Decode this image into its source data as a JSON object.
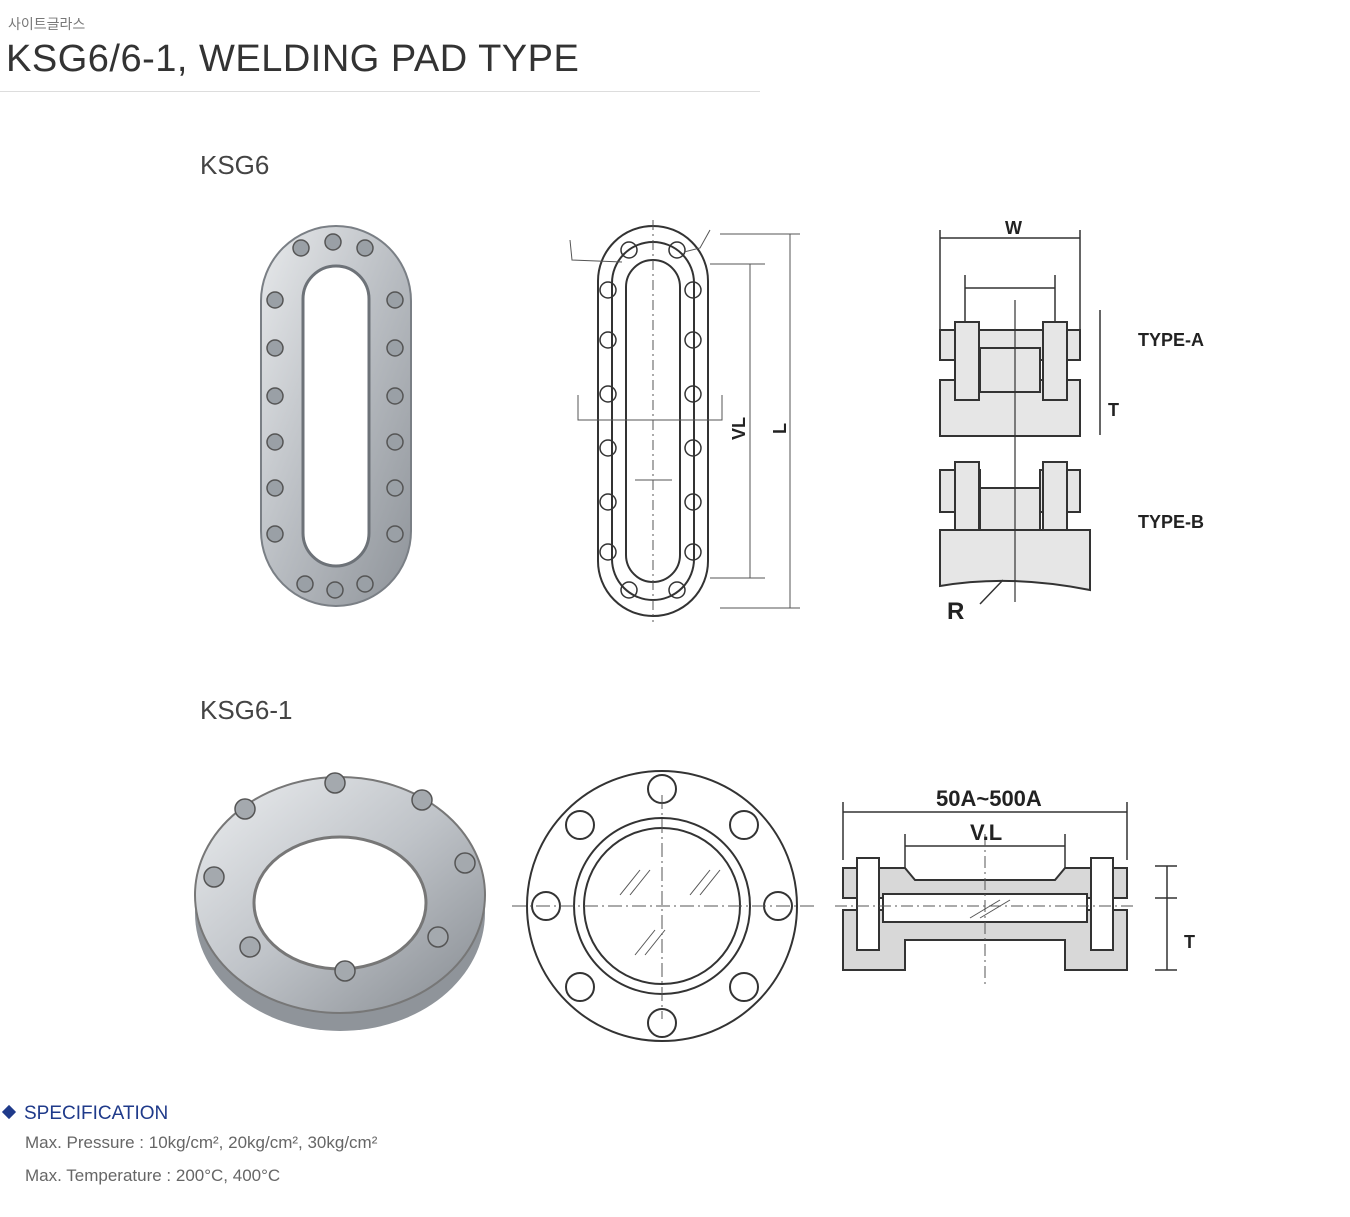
{
  "header": {
    "subtitle": "사이트글라스",
    "title": "KSG6/6-1, WELDING PAD TYPE"
  },
  "sections": [
    {
      "name": "KSG6",
      "labels": {
        "vl": "VL",
        "l": "L",
        "w": "W",
        "t": "T",
        "type_a": "TYPE-A",
        "type_b": "TYPE-B",
        "r": "R"
      }
    },
    {
      "name": "KSG6-1",
      "labels": {
        "range": "50A~500A",
        "vl": "V.L",
        "t": "T"
      }
    }
  ],
  "spec": {
    "heading": "SPECIFICATION",
    "lines": [
      "Max. Pressure : 10kg/cm², 20kg/cm², 30kg/cm²",
      "Max. Temperature : 200°C, 400°C"
    ]
  },
  "colors": {
    "accent": "#1f3a8a"
  }
}
